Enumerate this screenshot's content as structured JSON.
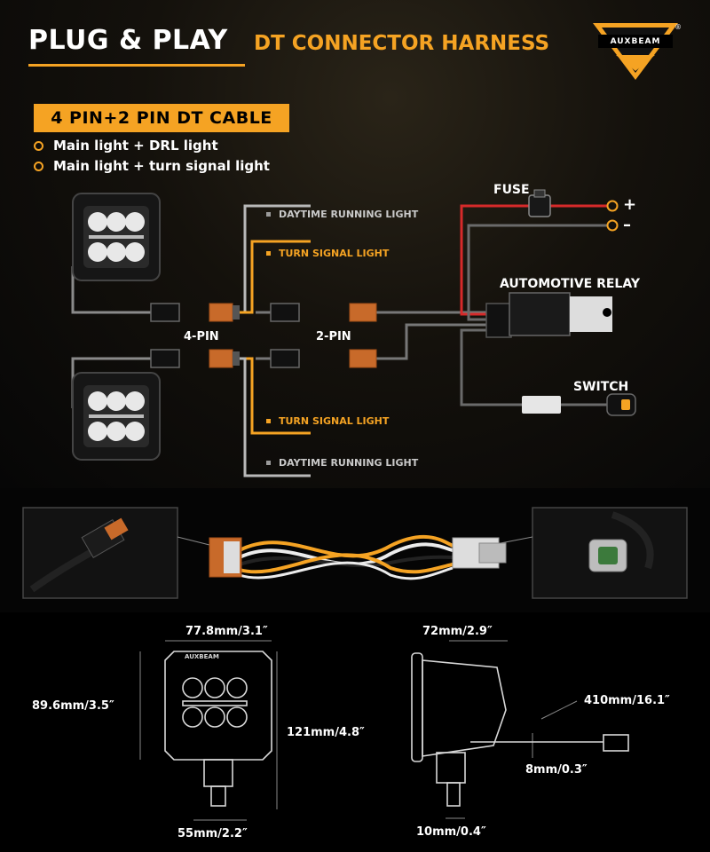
{
  "header": {
    "title": "PLUG & PLAY",
    "subtitle": "DT CONNECTOR HARNESS",
    "brand": "AUXBEAM",
    "registered_mark": "®"
  },
  "cable_section": {
    "badge": "4 PIN+2 PIN DT CABLE",
    "bullets": [
      "Main light + DRL light",
      "Main light + turn signal light"
    ]
  },
  "wiring": {
    "fuse_label": "FUSE",
    "plus_sign": "+",
    "minus_sign": "–",
    "relay_label": "AUTOMOTIVE RELAY",
    "switch_label": "SWITCH",
    "pin4_label": "4-PIN",
    "pin2_label": "2-PIN",
    "drl_label_top": "DAYTIME RUNNING LIGHT",
    "turn_label_top": "TURN SIGNAL LIGHT",
    "turn_label_bottom": "TURN SIGNAL LIGHT",
    "drl_label_bottom": "DAYTIME RUNNING LIGHT"
  },
  "dimensions": {
    "front_width": "77.8mm/3.1″",
    "front_height": "89.6mm/3.5″",
    "total_height": "121mm/4.8″",
    "base_width": "55mm/2.2″",
    "side_depth": "72mm/2.9″",
    "cable_length": "410mm/16.1″",
    "cable_diameter": "8mm/0.3″",
    "bolt_width": "10mm/0.4″",
    "lamp_brand": "AUXBEAM"
  },
  "colors": {
    "accent": "#f5a323",
    "background": "#000000",
    "wire_gray": "#9a9a9a",
    "wire_red": "#d62a2a",
    "text": "#ffffff"
  }
}
